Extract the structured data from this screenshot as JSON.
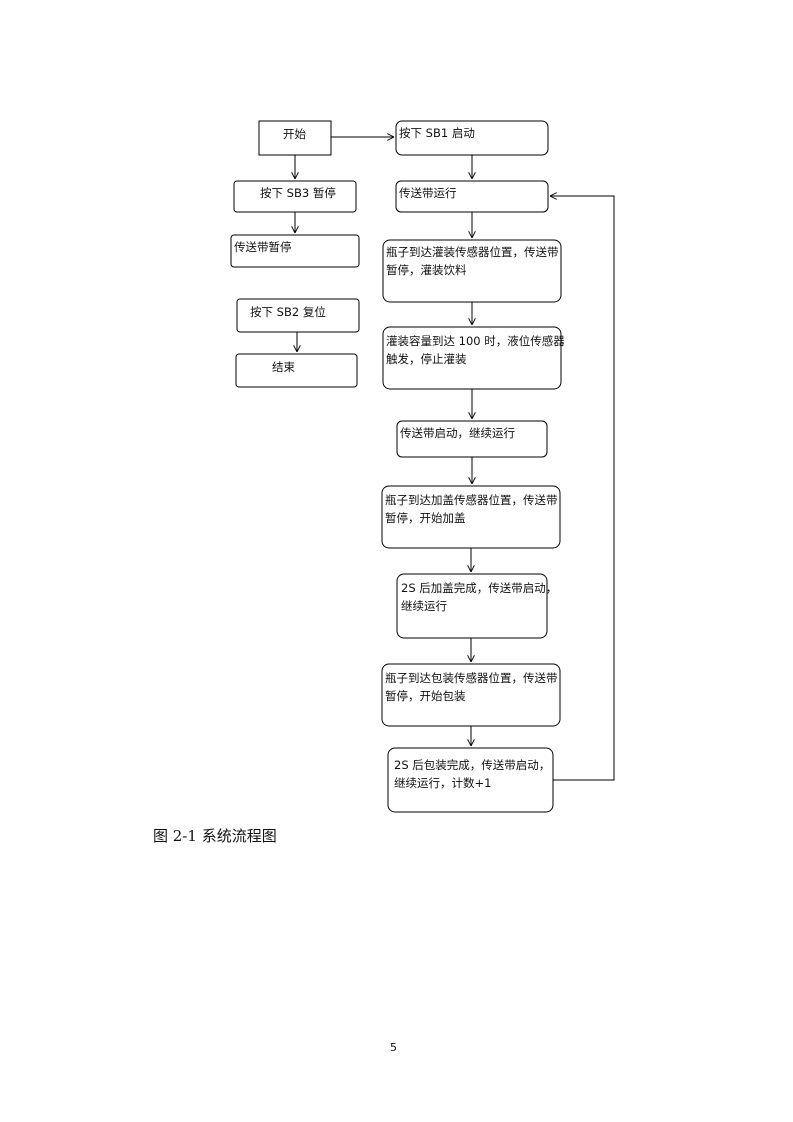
{
  "flowchart": {
    "left_column": [
      {
        "id": "start",
        "text": [
          "开始"
        ]
      },
      {
        "id": "pause_sb3",
        "text": [
          "按下 SB3 暂停"
        ]
      },
      {
        "id": "belt_paused",
        "text": [
          "传送带暂停"
        ]
      },
      {
        "id": "reset_sb2",
        "text": [
          "按下 SB2 复位"
        ]
      },
      {
        "id": "end",
        "text": [
          "结束"
        ]
      }
    ],
    "right_column": [
      {
        "id": "start_sb1",
        "text": [
          "按下 SB1 启动"
        ]
      },
      {
        "id": "belt_run",
        "text": [
          "传送带运行"
        ]
      },
      {
        "id": "fill_sensor",
        "text": [
          "瓶子到达灌装传感器位置，传送带",
          "暂停，灌装饮料"
        ]
      },
      {
        "id": "level_sensor",
        "text": [
          "灌装容量到达 100 时，液位传感器",
          "触发，停止灌装"
        ]
      },
      {
        "id": "belt_restart",
        "text": [
          "传送带启动，继续运行"
        ]
      },
      {
        "id": "cap_sensor",
        "text": [
          "瓶子到达加盖传感器位置，传送带",
          "暂停，开始加盖"
        ]
      },
      {
        "id": "cap_done",
        "text": [
          "2S 后加盖完成，传送带启动，",
          "继续运行"
        ]
      },
      {
        "id": "pack_sensor",
        "text": [
          "瓶子到达包装传感器位置，传送带",
          "暂停，开始包装"
        ]
      },
      {
        "id": "pack_done",
        "text": [
          "2S 后包装完成，传送带启动，",
          "继续运行，计数+1"
        ]
      }
    ]
  },
  "caption": "图 2-1  系统流程图",
  "page_number": "5"
}
